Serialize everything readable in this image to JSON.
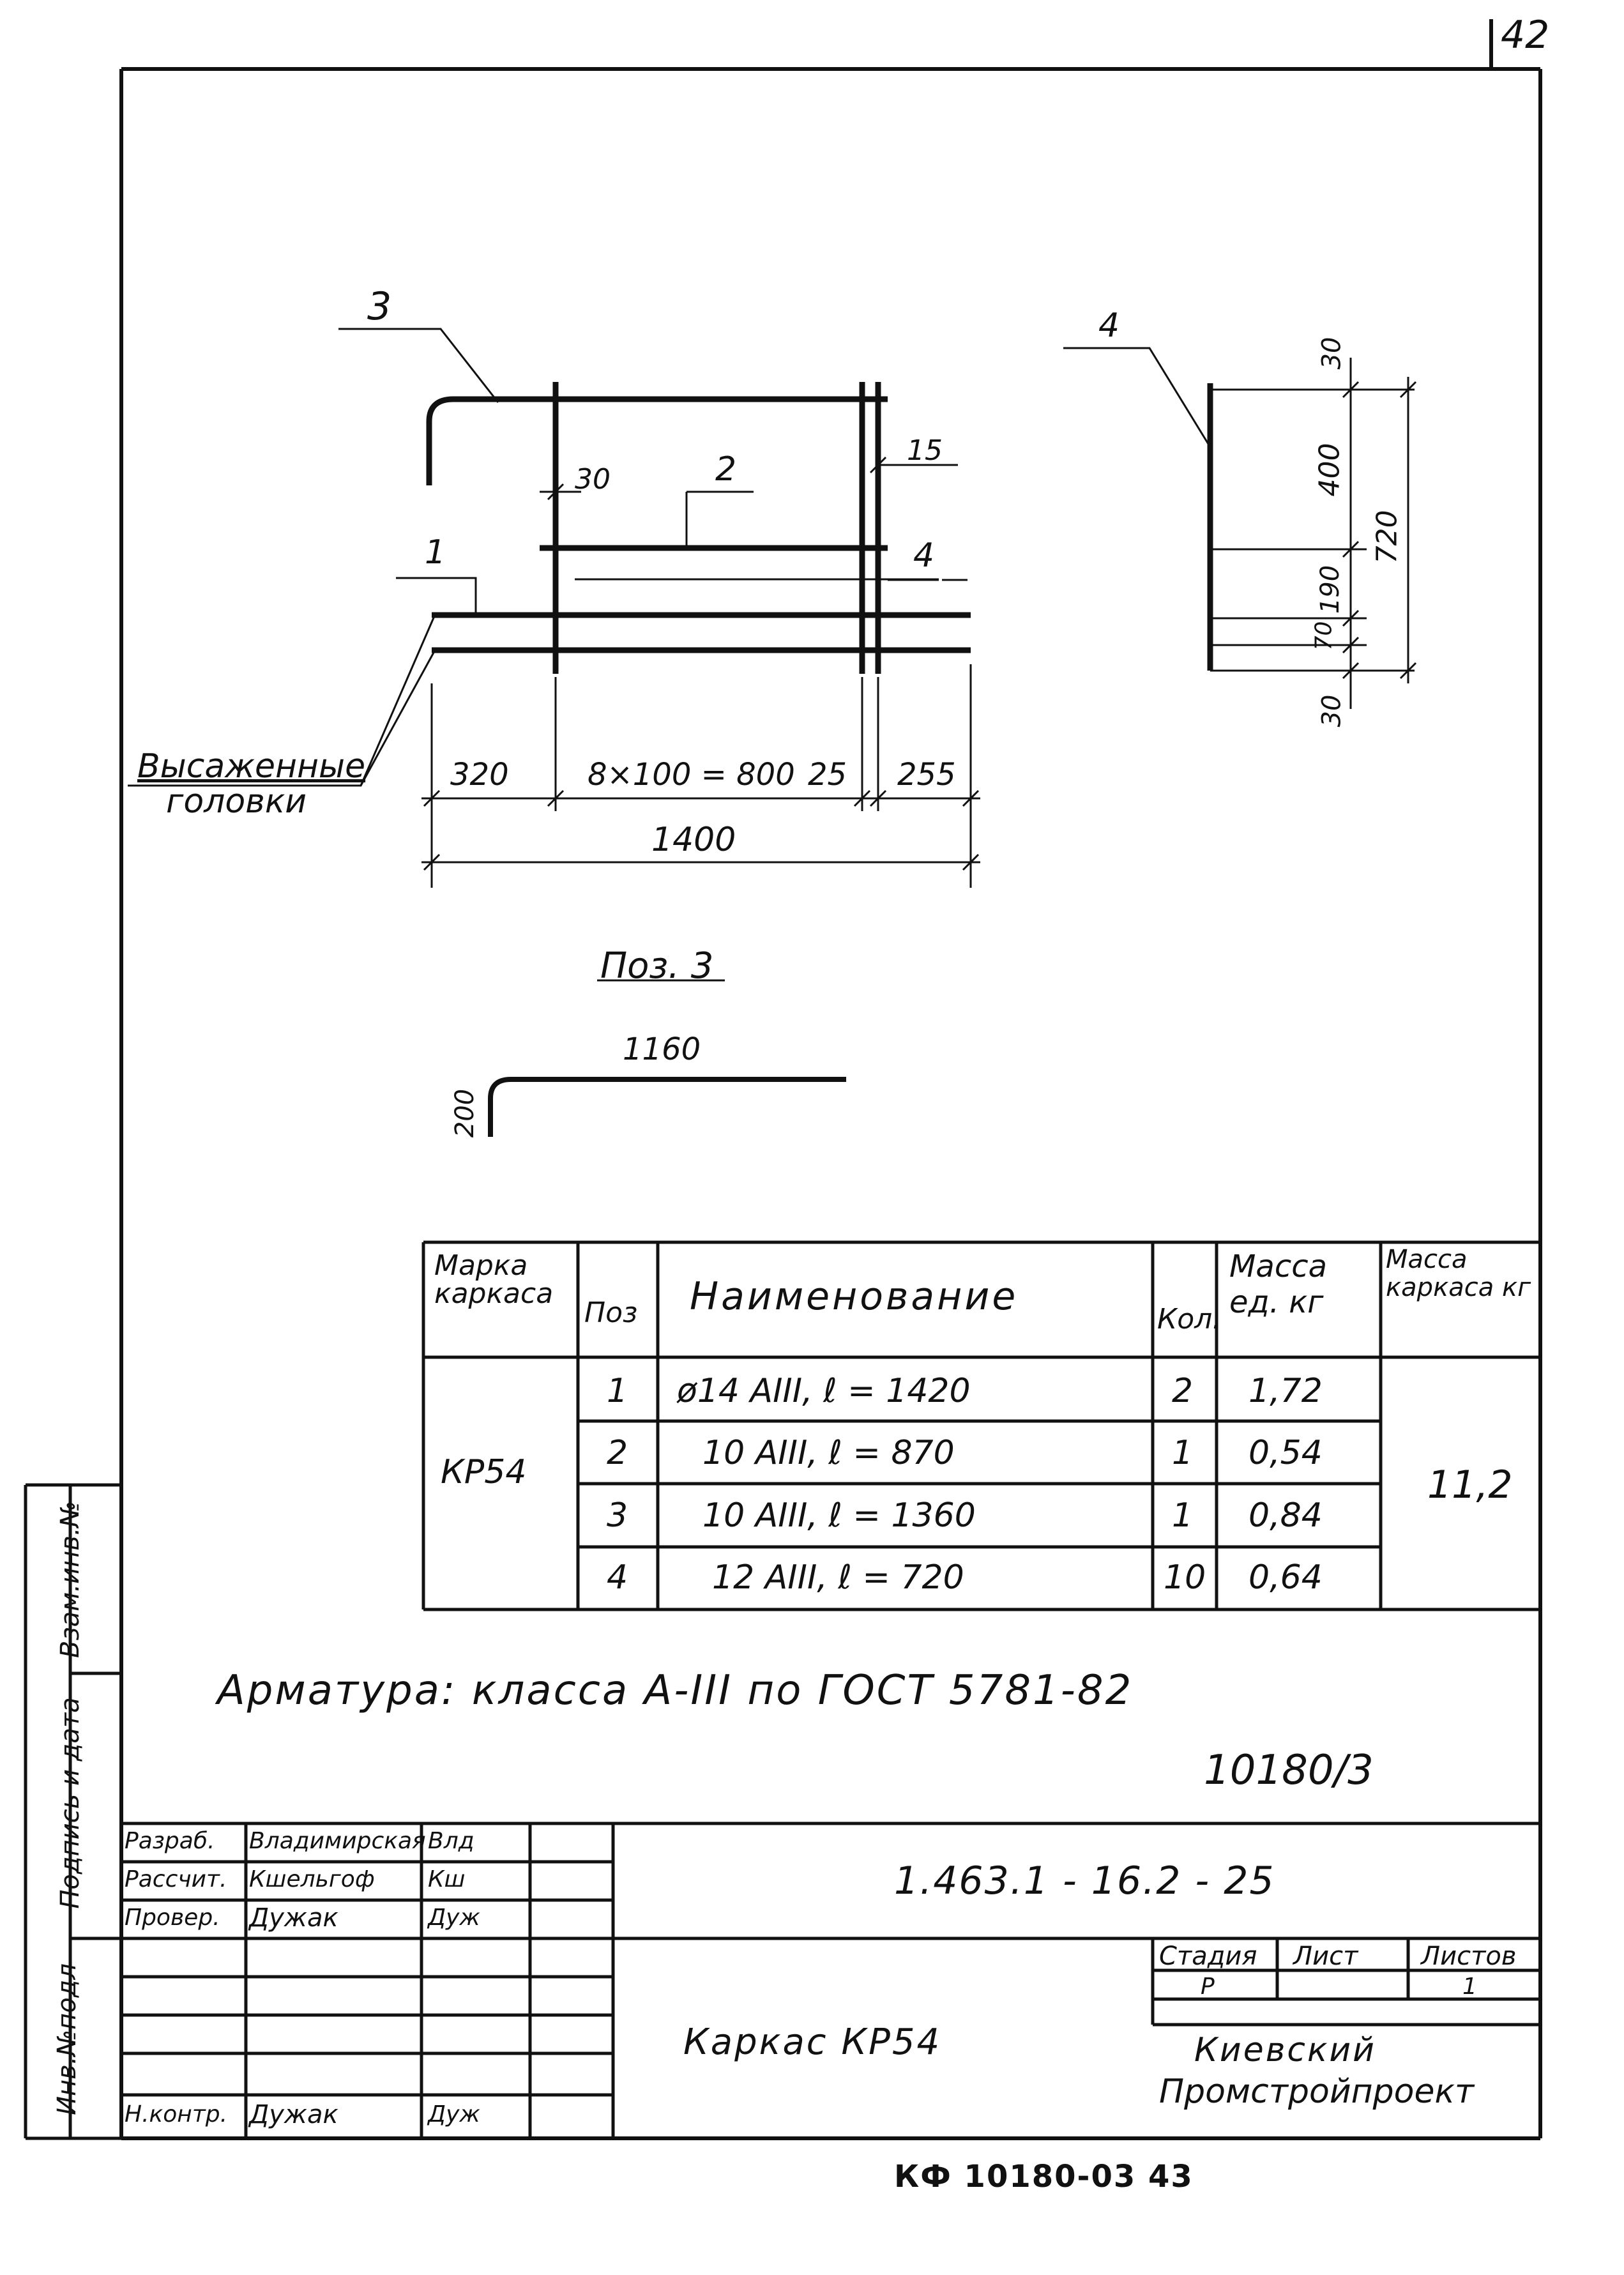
{
  "corner_number": "42",
  "drawing": {
    "callouts": {
      "c1": "1",
      "c2": "2",
      "c3": "3",
      "c4_main": "4",
      "c4_side": "4"
    },
    "dims": {
      "d30": "30",
      "d15": "15",
      "d320": "320",
      "d800": "8×100 = 800",
      "d25": "25",
      "d255": "255",
      "d1400": "1400",
      "s30_top": "30",
      "s400": "400",
      "s720": "720",
      "s190": "190",
      "s70": "70",
      "s30_bot": "30"
    },
    "heads_label_1": "Высаженные",
    "heads_label_2": "головки",
    "pos3_title": "Поз. 3",
    "pos3_len": "1160",
    "pos3_hook": "200"
  },
  "spec_table": {
    "headers": {
      "mark": "Марка каркаса",
      "pos": "Поз",
      "name": "Наименование",
      "qty": "Кол.",
      "unit_mass": "Масса ед. кг",
      "frame_mass": "Масса каркаса кг"
    },
    "mark": "КР54",
    "frame_mass": "11,2",
    "rows": [
      {
        "pos": "1",
        "name": "ø14 АIII, ℓ = 1420",
        "qty": "2",
        "mass": "1,72"
      },
      {
        "pos": "2",
        "name": "10 АIII, ℓ = 870",
        "qty": "1",
        "mass": "0,54"
      },
      {
        "pos": "3",
        "name": "10 АIII, ℓ = 1360",
        "qty": "1",
        "mass": "0,84"
      },
      {
        "pos": "4",
        "name": "12 АIII, ℓ = 720",
        "qty": "10",
        "mass": "0,64"
      }
    ]
  },
  "note": "Арматура: класса А-III по ГОСТ 5781-82",
  "order_no": "10180/3",
  "side_stamp": {
    "inv_vzam": "Взам.инв.№",
    "sign_date": "Подпись и дата",
    "inv_podl": "Инв.№подл"
  },
  "title_block": {
    "doc_code": "1.463.1 - 16.2 - 25",
    "title": "Каркас КР54",
    "org_line1": "Киевский",
    "org_line2": "Промстройпроект",
    "stage_label": "Стадия",
    "sheet_label": "Лист",
    "sheets_label": "Листов",
    "stage_value": "Р",
    "sheets_value": "1",
    "roles": [
      {
        "role": "Разраб.",
        "name": "Владимирская",
        "sign": "Влд"
      },
      {
        "role": "Рассчит.",
        "name": "Кшельгоф",
        "sign": "Кш"
      },
      {
        "role": "Провер.",
        "name": "Дужак",
        "sign": "Дуж"
      },
      {
        "role": "Н.контр.",
        "name": "Дужак",
        "sign": "Дуж"
      }
    ]
  },
  "footer": "КФ 10180-03    43"
}
